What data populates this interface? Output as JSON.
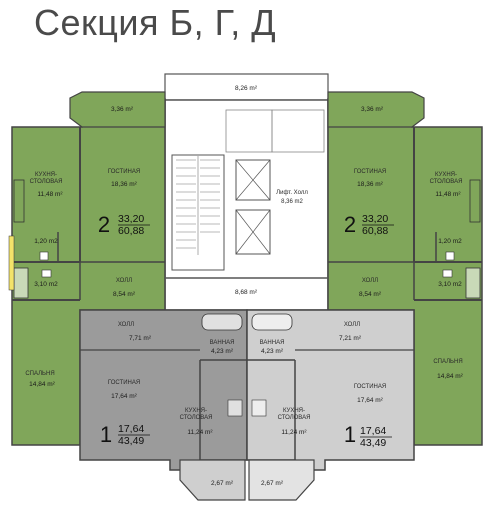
{
  "title": "Секция Б, Г, Д",
  "colors": {
    "green": "#80a65a",
    "gray": "#9b9b9b",
    "lightgray": "#cfcfcf",
    "wall": "#555555"
  },
  "labels": {
    "kitchen_line1": "КУХНЯ-",
    "kitchen_line2": "СТОЛОВАЯ",
    "living": "ГОСТИНАЯ",
    "hall": "ХОЛЛ",
    "bedroom": "СПАЛЬНЯ",
    "bath": "ВАННАЯ",
    "lift_hall_line1": "Лифт. Холл",
    "lift_hall_line2": "8,36 m2"
  },
  "areas": {
    "top_balcony": "8,26 m²",
    "left_loggia": "3,36 m²",
    "right_loggia": "3,36 m²",
    "corridor": "8,68 m²",
    "a2L_kitchen": "11,48 m²",
    "a2L_living": "18,36 m²",
    "a2L_wc": "1,20 m2",
    "a2L_bath": "3,10 m2",
    "a2L_hall": "8,54 m²",
    "a2L_bedroom": "14,84 m²",
    "a2R_kitchen": "11,48 m²",
    "a2R_living": "18,36 m²",
    "a2R_wc": "1,20 m2",
    "a2R_bath": "3,10 m2",
    "a2R_hall": "8,54 m²",
    "a2R_bedroom": "14,84 m²",
    "a1L_hall": "7,71 m²",
    "a1L_bath": "4,23 m²",
    "a1L_living": "17,64 m²",
    "a1L_kitchen": "11,24 m²",
    "a1L_balcony": "2,67 m²",
    "a1R_hall": "7,21 m²",
    "a1R_bath": "4,23 m²",
    "a1R_living": "17,64 m²",
    "a1R_kitchen": "11,24 m²",
    "a1R_balcony": "2,67 m²"
  },
  "apartments": {
    "two_left": {
      "rooms": "2",
      "living_area": "33,20",
      "total_area": "60,88"
    },
    "two_right": {
      "rooms": "2",
      "living_area": "33,20",
      "total_area": "60,88"
    },
    "one_left": {
      "rooms": "1",
      "living_area": "17,64",
      "total_area": "43,49"
    },
    "one_right": {
      "rooms": "1",
      "living_area": "17,64",
      "total_area": "43,49"
    }
  }
}
